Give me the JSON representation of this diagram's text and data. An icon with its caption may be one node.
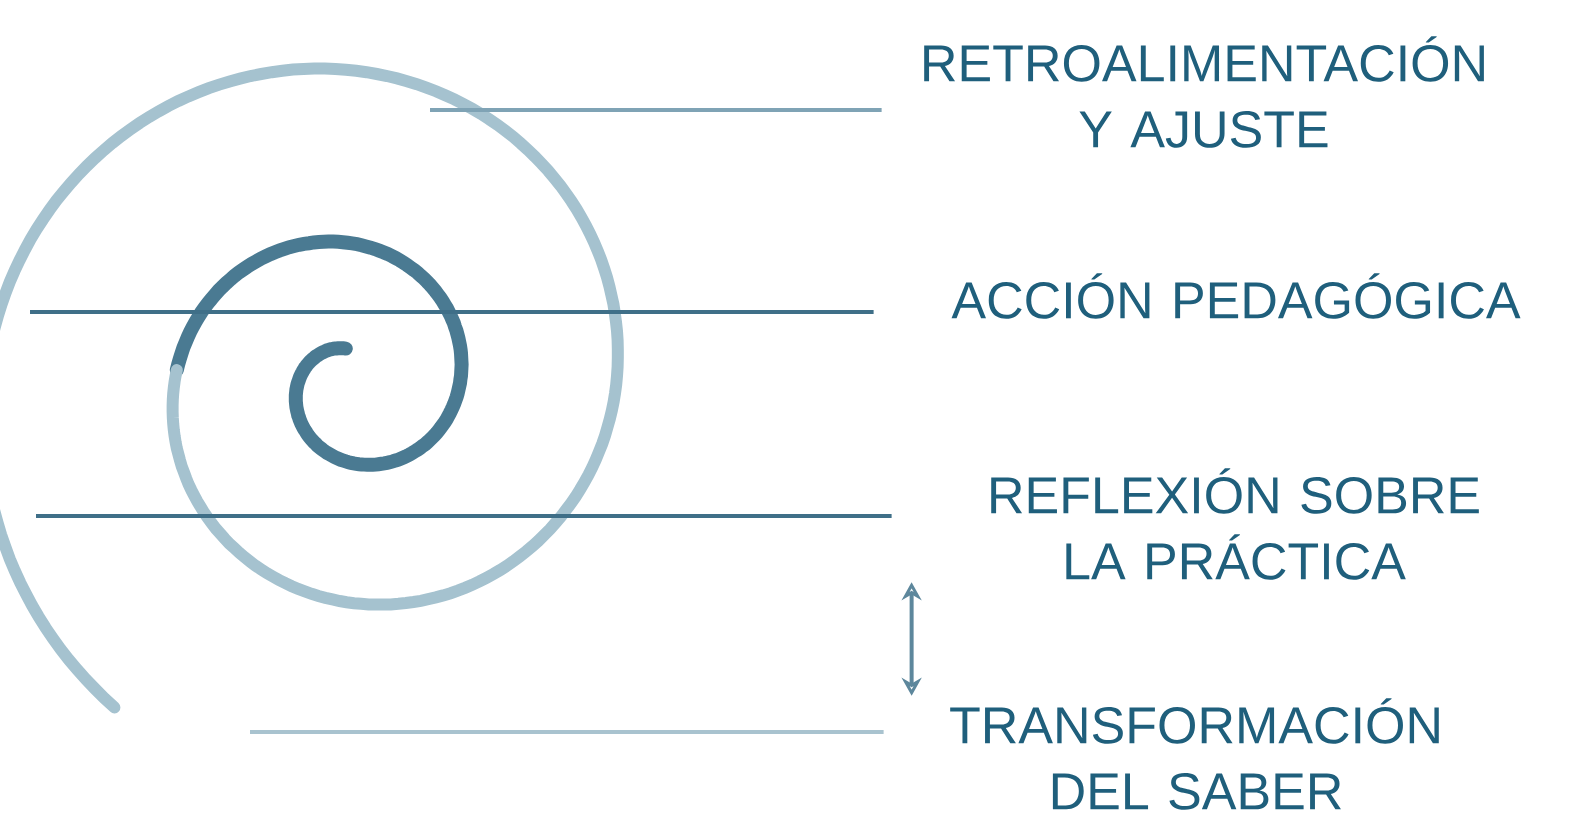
{
  "diagram": {
    "nodes": [
      {
        "text": [
          "RETROALIMENTACIÓN Y AJUSTE"
        ]
      },
      {
        "text": [
          "ACCIÓN PEDAGÓGICA"
        ]
      },
      {
        "text": [
          "REFLEXIÓN SOBRE LA PRÁCTICA"
        ]
      },
      {
        "text": [
          "TRANSFORMACIÓN DEL SABER"
        ]
      }
    ],
    "edges": [
      {
        "from": 0,
        "to": null,
        "arrow": "none",
        "color": "#7fa3b5"
      },
      {
        "from": 1,
        "to": null,
        "arrow": "none",
        "color": "#3f6f88"
      },
      {
        "from": 2,
        "to": null,
        "arrow": "none",
        "color": "#3f6f88"
      },
      {
        "from": 3,
        "to": null,
        "arrow": "none",
        "color": "#a9c3cf"
      },
      {
        "from": 2,
        "to": 3,
        "arrow": "both",
        "color": "#5d879c"
      }
    ]
  }
}
